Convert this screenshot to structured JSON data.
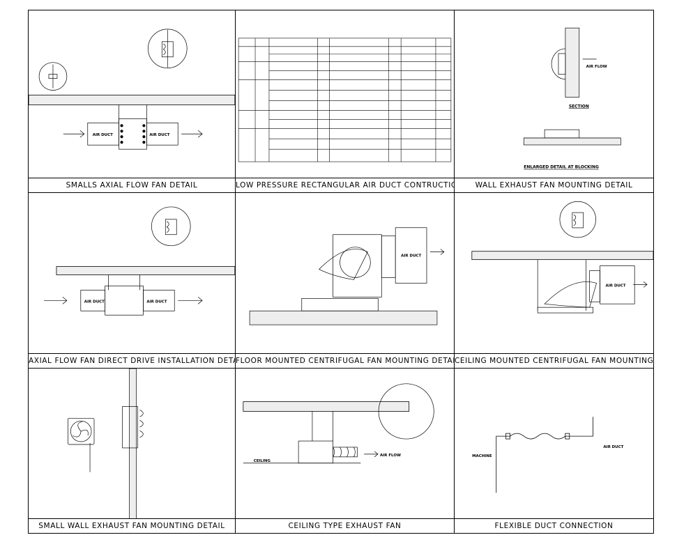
{
  "panels": [
    {
      "title": "SMALLS AXIAL FLOW FAN DETAIL",
      "labels": {
        "duct_left": "AIR DUCT",
        "duct_right": "AIR DUCT"
      }
    },
    {
      "title": "LOW PRESSURE RECTANGULAR AIR DUCT CONTRUCTION"
    },
    {
      "title": "WALL EXHAUST FAN MOUNTING DETAIL",
      "labels": {
        "air_flow": "AIR FLOW",
        "section": "SECTION",
        "enlarged": "ENLARGED DETAIL AT BLOCKING"
      }
    },
    {
      "title": "AXIAL FLOW FAN DIRECT DRIVE INSTALLATION DETAIL",
      "labels": {
        "duct_left": "AIR DUCT",
        "duct_right": "AIR DUCT"
      }
    },
    {
      "title": "FLOOR MOUNTED CENTRIFUGAL FAN MOUNTING DETAIL",
      "labels": {
        "duct": "AIR DUCT"
      }
    },
    {
      "title": "CEILING MOUNTED CENTRIFUGAL FAN MOUNTING DETAIL",
      "labels": {
        "duct": "AIR DUCT"
      }
    },
    {
      "title": "SMALL WALL EXHAUST FAN MOUNTING DETAIL"
    },
    {
      "title": "CEILING TYPE EXHAUST FAN",
      "labels": {
        "ceiling": "CEILING",
        "air_flow": "AIR FLOW"
      }
    },
    {
      "title": "FLEXIBLE DUCT CONNECTION",
      "labels": {
        "machine": "MACHINE",
        "air_duct": "AIR DUCT"
      }
    }
  ]
}
